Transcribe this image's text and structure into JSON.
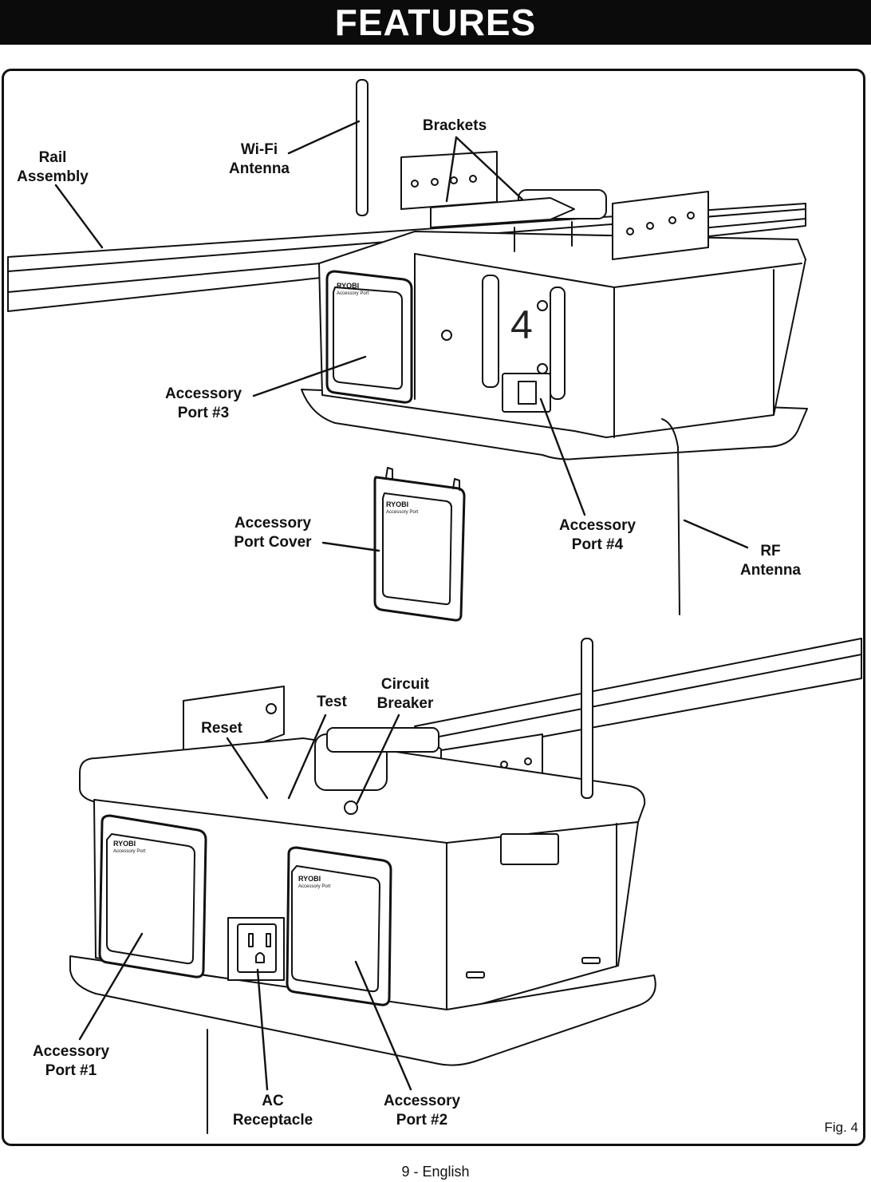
{
  "header": {
    "title": "FEATURES"
  },
  "labels": {
    "rail_assembly": "Rail\nAssembly",
    "wifi_antenna": "Wi-Fi\nAntenna",
    "brackets": "Brackets",
    "accessory_port_3": "Accessory\nPort #3",
    "accessory_port_cover": "Accessory\nPort Cover",
    "accessory_port_4": "Accessory\nPort #4",
    "rf_antenna": "RF\nAntenna",
    "test": "Test",
    "circuit_breaker": "Circuit\nBreaker",
    "reset": "Reset",
    "accessory_port_1": "Accessory\nPort #1",
    "ac_receptacle": "AC\nReceptacle",
    "accessory_port_2": "Accessory\nPort #2"
  },
  "panel_text": {
    "brand": "RYOBI",
    "port_caption": "Accessory Port",
    "side_number": "4"
  },
  "figure_label": "Fig. 4",
  "footer": {
    "page": "9 - English"
  }
}
